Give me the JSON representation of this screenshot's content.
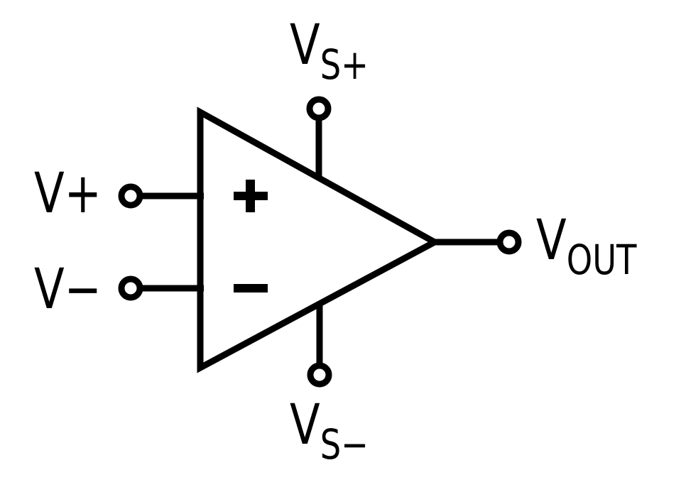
{
  "diagram": {
    "symbol": "op-amp-triangle-symbol",
    "colors": {
      "line": "#000000",
      "background": "#ffffff"
    },
    "labels": {
      "noninverting_input": "V+",
      "inverting_input": "V−",
      "positive_supply": {
        "base": "V",
        "sub": "S+"
      },
      "negative_supply": {
        "base": "V",
        "sub": "S−"
      },
      "output": {
        "base": "V",
        "sub": "OUT"
      }
    },
    "marks": {
      "noninverting_sign": "+",
      "inverting_sign": "−"
    }
  }
}
